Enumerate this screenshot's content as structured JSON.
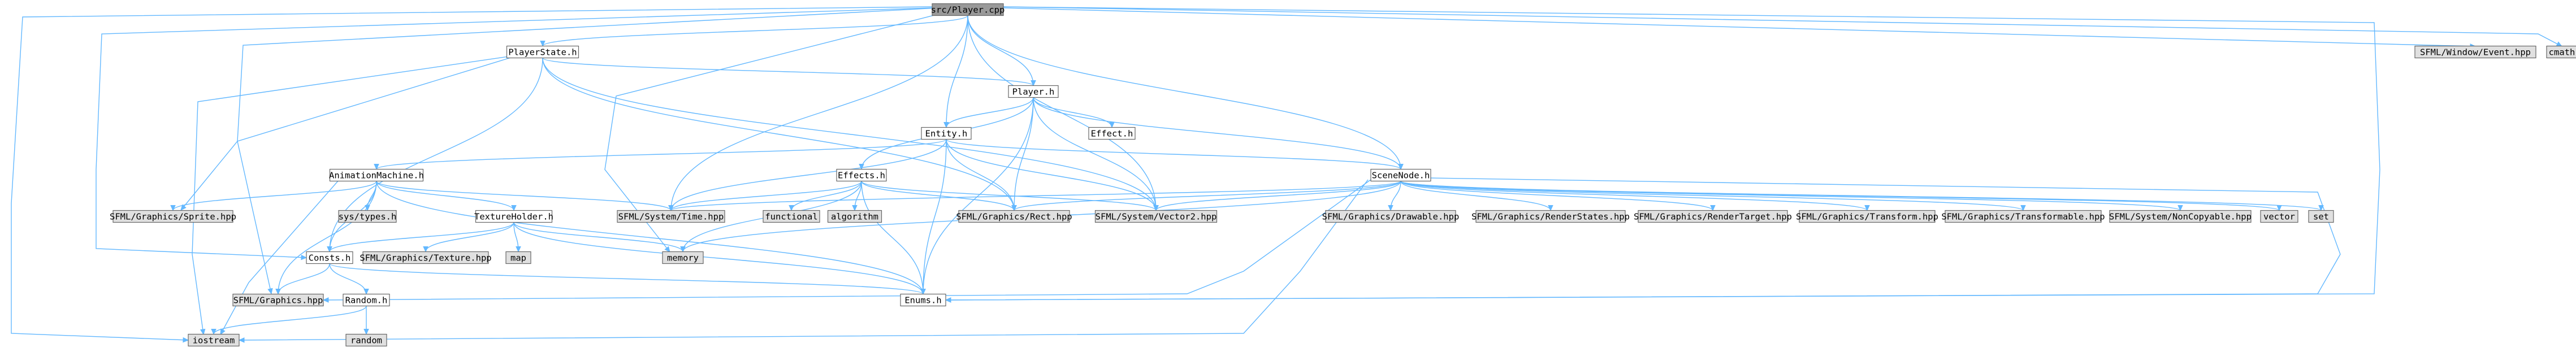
{
  "diagram": {
    "colors": {
      "root_fill": "#999999",
      "local_fill": "#ffffff",
      "system_fill": "#e0e0e0",
      "border": "#666666",
      "edge": "#63b8ff"
    },
    "nodes": [
      {
        "id": "root",
        "label": "src/Player.cpp",
        "kind": "root"
      },
      {
        "id": "playerstate_h",
        "label": "PlayerState.h",
        "kind": "local"
      },
      {
        "id": "player_h",
        "label": "Player.h",
        "kind": "local"
      },
      {
        "id": "entity_h",
        "label": "Entity.h",
        "kind": "local"
      },
      {
        "id": "effect_h",
        "label": "Effect.h",
        "kind": "local"
      },
      {
        "id": "effects_h",
        "label": "Effects.h",
        "kind": "local"
      },
      {
        "id": "animationmachine_h",
        "label": "AnimationMachine.h",
        "kind": "local"
      },
      {
        "id": "scenenode_h",
        "label": "SceneNode.h",
        "kind": "local"
      },
      {
        "id": "textureholder_h",
        "label": "TextureHolder.h",
        "kind": "local"
      },
      {
        "id": "consts_h",
        "label": "Consts.h",
        "kind": "local"
      },
      {
        "id": "random_h",
        "label": "Random.h",
        "kind": "local"
      },
      {
        "id": "enums_h",
        "label": "Enums.h",
        "kind": "local"
      },
      {
        "id": "sprite_hpp",
        "label": "SFML/Graphics/Sprite.hpp",
        "kind": "system"
      },
      {
        "id": "systypes_h",
        "label": "sys/types.h",
        "kind": "system"
      },
      {
        "id": "time_hpp",
        "label": "SFML/System/Time.hpp",
        "kind": "system"
      },
      {
        "id": "functional",
        "label": "functional",
        "kind": "system"
      },
      {
        "id": "algorithm",
        "label": "algorithm",
        "kind": "system"
      },
      {
        "id": "rect_hpp",
        "label": "SFML/Graphics/Rect.hpp",
        "kind": "system"
      },
      {
        "id": "vector2_hpp",
        "label": "SFML/System/Vector2.hpp",
        "kind": "system"
      },
      {
        "id": "drawable_hpp",
        "label": "SFML/Graphics/Drawable.hpp",
        "kind": "system"
      },
      {
        "id": "renderstates_hpp",
        "label": "SFML/Graphics/RenderStates.hpp",
        "kind": "system"
      },
      {
        "id": "rendertarget_hpp",
        "label": "SFML/Graphics/RenderTarget.hpp",
        "kind": "system"
      },
      {
        "id": "transform_hpp",
        "label": "SFML/Graphics/Transform.hpp",
        "kind": "system"
      },
      {
        "id": "transformable_hpp",
        "label": "SFML/Graphics/Transformable.hpp",
        "kind": "system"
      },
      {
        "id": "noncopyable_hpp",
        "label": "SFML/System/NonCopyable.hpp",
        "kind": "system"
      },
      {
        "id": "vector",
        "label": "vector",
        "kind": "system"
      },
      {
        "id": "set",
        "label": "set",
        "kind": "system"
      },
      {
        "id": "texture_hpp",
        "label": "SFML/Graphics/Texture.hpp",
        "kind": "system"
      },
      {
        "id": "map",
        "label": "map",
        "kind": "system"
      },
      {
        "id": "memory",
        "label": "memory",
        "kind": "system"
      },
      {
        "id": "graphics_hpp",
        "label": "SFML/Graphics.hpp",
        "kind": "system"
      },
      {
        "id": "iostream",
        "label": "iostream",
        "kind": "system"
      },
      {
        "id": "random",
        "label": "random",
        "kind": "system"
      },
      {
        "id": "event_hpp",
        "label": "SFML/Window/Event.hpp",
        "kind": "system"
      },
      {
        "id": "cmath",
        "label": "cmath",
        "kind": "system"
      }
    ],
    "edges": [
      [
        "root",
        "playerstate_h"
      ],
      [
        "root",
        "player_h"
      ],
      [
        "root",
        "entity_h"
      ],
      [
        "root",
        "scenenode_h"
      ],
      [
        "root",
        "event_hpp"
      ],
      [
        "root",
        "cmath"
      ],
      [
        "root",
        "sprite_hpp"
      ],
      [
        "root",
        "time_hpp"
      ],
      [
        "root",
        "vector2_hpp"
      ],
      [
        "root",
        "memory"
      ],
      [
        "root",
        "consts_h"
      ],
      [
        "root",
        "iostream"
      ],
      [
        "root",
        "enums_h"
      ],
      [
        "playerstate_h",
        "player_h"
      ],
      [
        "playerstate_h",
        "consts_h"
      ],
      [
        "playerstate_h",
        "graphics_hpp"
      ],
      [
        "playerstate_h",
        "iostream"
      ],
      [
        "playerstate_h",
        "rect_hpp"
      ],
      [
        "playerstate_h",
        "vector2_hpp"
      ],
      [
        "player_h",
        "entity_h"
      ],
      [
        "player_h",
        "effect_h"
      ],
      [
        "player_h",
        "effects_h"
      ],
      [
        "player_h",
        "scenenode_h"
      ],
      [
        "player_h",
        "rect_hpp"
      ],
      [
        "player_h",
        "vector2_hpp"
      ],
      [
        "player_h",
        "enums_h"
      ],
      [
        "entity_h",
        "animationmachine_h"
      ],
      [
        "entity_h",
        "scenenode_h"
      ],
      [
        "entity_h",
        "time_hpp"
      ],
      [
        "entity_h",
        "rect_hpp"
      ],
      [
        "entity_h",
        "vector2_hpp"
      ],
      [
        "entity_h",
        "enums_h"
      ],
      [
        "effects_h",
        "time_hpp"
      ],
      [
        "effects_h",
        "functional"
      ],
      [
        "effects_h",
        "algorithm"
      ],
      [
        "effects_h",
        "rect_hpp"
      ],
      [
        "effects_h",
        "vector2_hpp"
      ],
      [
        "effects_h",
        "memory"
      ],
      [
        "effects_h",
        "enums_h"
      ],
      [
        "animationmachine_h",
        "sprite_hpp"
      ],
      [
        "animationmachine_h",
        "systypes_h"
      ],
      [
        "animationmachine_h",
        "time_hpp"
      ],
      [
        "animationmachine_h",
        "textureholder_h"
      ],
      [
        "animationmachine_h",
        "consts_h"
      ],
      [
        "animationmachine_h",
        "graphics_hpp"
      ],
      [
        "animationmachine_h",
        "iostream"
      ],
      [
        "animationmachine_h",
        "enums_h"
      ],
      [
        "textureholder_h",
        "texture_hpp"
      ],
      [
        "textureholder_h",
        "map"
      ],
      [
        "textureholder_h",
        "memory"
      ],
      [
        "textureholder_h",
        "consts_h"
      ],
      [
        "textureholder_h",
        "enums_h"
      ],
      [
        "consts_h",
        "graphics_hpp"
      ],
      [
        "consts_h",
        "random_h"
      ],
      [
        "consts_h",
        "enums_h"
      ],
      [
        "random_h",
        "iostream"
      ],
      [
        "random_h",
        "random"
      ],
      [
        "scenenode_h",
        "time_hpp"
      ],
      [
        "scenenode_h",
        "rect_hpp"
      ],
      [
        "scenenode_h",
        "vector2_hpp"
      ],
      [
        "scenenode_h",
        "drawable_hpp"
      ],
      [
        "scenenode_h",
        "renderstates_hpp"
      ],
      [
        "scenenode_h",
        "rendertarget_hpp"
      ],
      [
        "scenenode_h",
        "transform_hpp"
      ],
      [
        "scenenode_h",
        "transformable_hpp"
      ],
      [
        "scenenode_h",
        "noncopyable_hpp"
      ],
      [
        "scenenode_h",
        "vector"
      ],
      [
        "scenenode_h",
        "set"
      ],
      [
        "scenenode_h",
        "memory"
      ],
      [
        "scenenode_h",
        "graphics_hpp"
      ],
      [
        "scenenode_h",
        "iostream"
      ],
      [
        "scenenode_h",
        "enums_h"
      ]
    ]
  }
}
